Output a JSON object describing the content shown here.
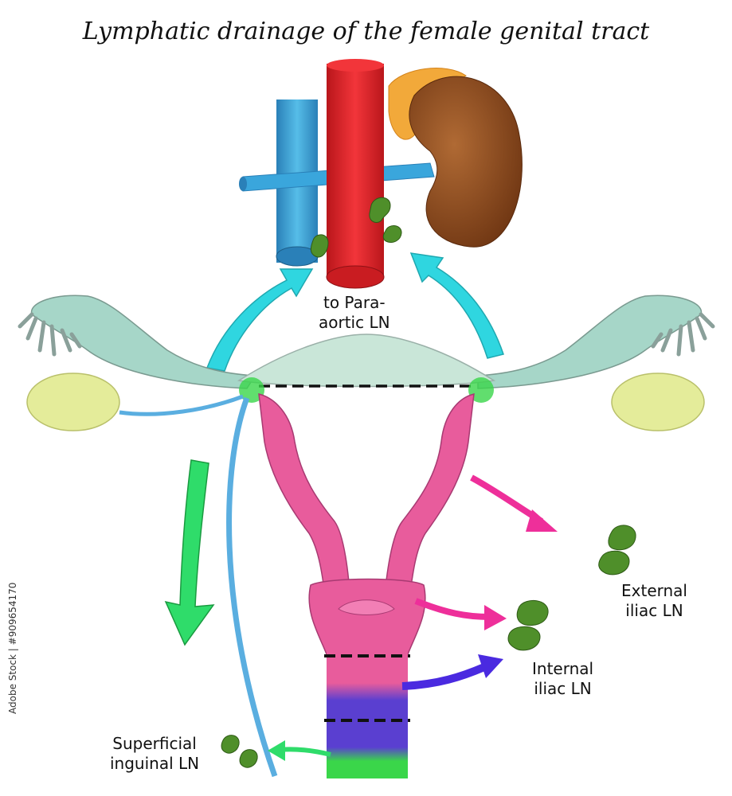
{
  "title": "Lymphatic drainage of the female genital tract",
  "labels": {
    "para_aortic": [
      "to Para-",
      "aortic LN"
    ],
    "external_iliac": [
      "External",
      "iliac LN"
    ],
    "internal_iliac": [
      "Internal",
      "iliac LN"
    ],
    "superficial_inguinal": [
      "Superficial",
      "inguinal LN"
    ]
  },
  "watermark": "Adobe Stock | #909654170",
  "colors": {
    "ivc": "#3aa6dc",
    "aorta": "#e8242a",
    "kidney": "#8a4a1e",
    "adrenal": "#f2a93a",
    "lymph_node": "#4f8f2a",
    "uterus": "#a6d6c8",
    "tube_pink": "#e85c9c",
    "ovary": "#e4ec9a",
    "arrow_cyan": "#2fd6e0",
    "arrow_green": "#2fdc6a",
    "arrow_magenta": "#ee2f9a",
    "arrow_purple": "#4a2ae0",
    "vagina_blue": "#5a3fd0",
    "vagina_green": "#3ad64a",
    "ovarian_vessel": "#5aaee0"
  }
}
